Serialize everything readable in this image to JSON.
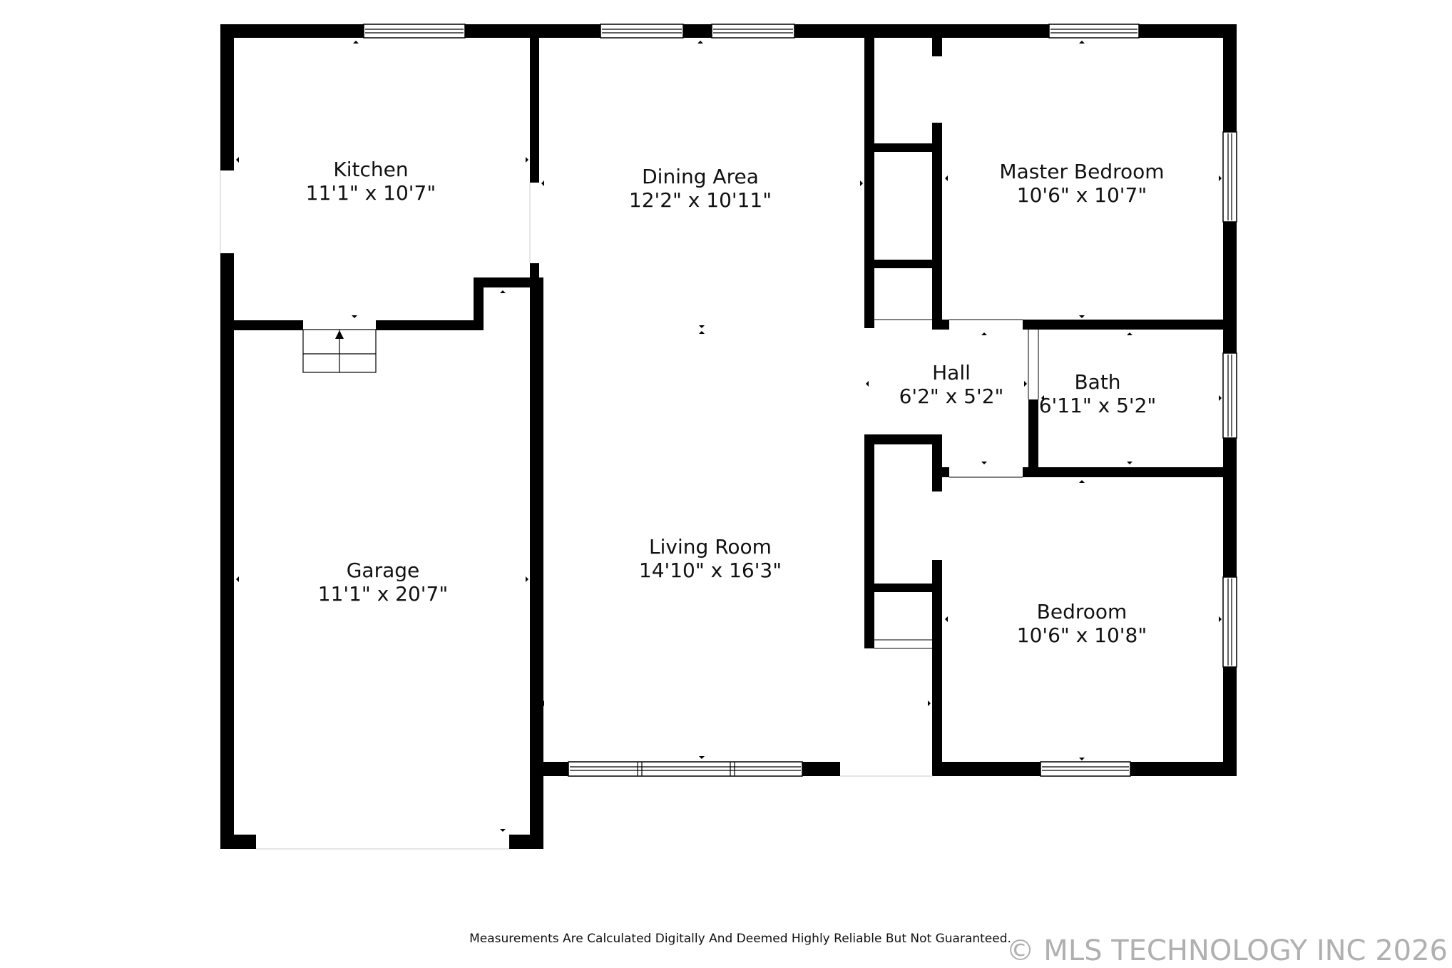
{
  "rooms": [
    {
      "id": "kitchen",
      "name": "Kitchen",
      "dims": "11'1\" x 10'7\""
    },
    {
      "id": "dining",
      "name": "Dining Area",
      "dims": "12'2\" x 10'11\""
    },
    {
      "id": "master",
      "name": "Master Bedroom",
      "dims": "10'6\" x 10'7\""
    },
    {
      "id": "hall",
      "name": "Hall",
      "dims": "6'2\" x 5'2\""
    },
    {
      "id": "bath",
      "name": "Bath",
      "dims": "6'11\" x 5'2\""
    },
    {
      "id": "garage",
      "name": "Garage",
      "dims": "11'1\" x 20'7\""
    },
    {
      "id": "living",
      "name": "Living Room",
      "dims": "14'10\" x 16'3\""
    },
    {
      "id": "bedroom",
      "name": "Bedroom",
      "dims": "10'6\" x 10'8\""
    }
  ],
  "disclaimer": "Measurements Are Calculated Digitally And Deemed Highly Reliable But Not Guaranteed.",
  "copyright": "© MLS TECHNOLOGY INC 2026",
  "colors": {
    "wall": "#000000",
    "copyright": "#b0b0b0"
  }
}
